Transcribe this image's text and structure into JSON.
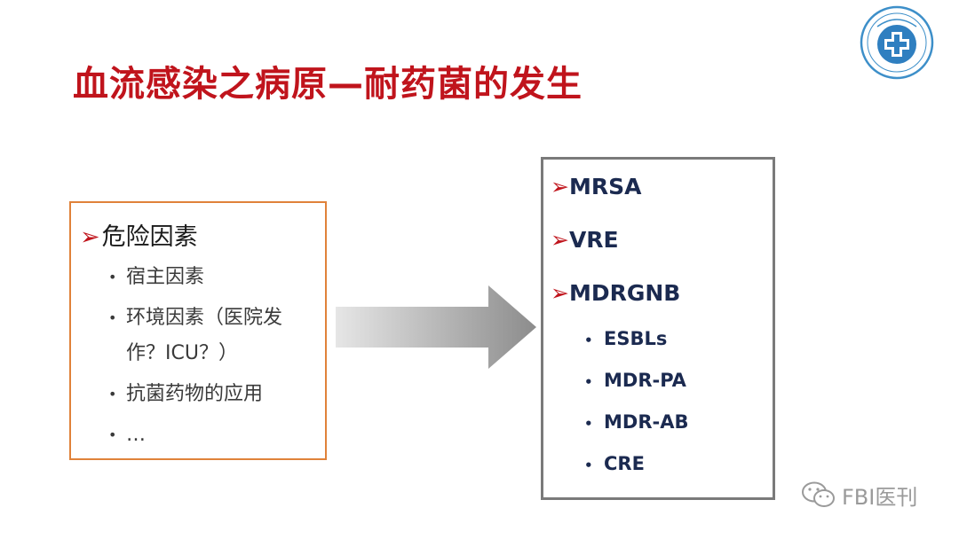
{
  "slide": {
    "title": "血流感染之病原—耐药菌的发生"
  },
  "risk_box": {
    "heading_marker": "➢",
    "heading": "危险因素",
    "bullet": "•",
    "items": [
      "宿主因素",
      "环境因素（医院发作？ICU？）",
      "抗菌药物的应用",
      "…"
    ]
  },
  "pathogen_box": {
    "marker": "➢",
    "bullet": "•",
    "headings": [
      "MRSA",
      "VRE",
      "MDRGNB"
    ],
    "subitems": [
      "ESBLs",
      "MDR-PA",
      "MDR-AB",
      "CRE"
    ]
  },
  "colors": {
    "title": "#c0141c",
    "risk_border": "#e0823a",
    "path_border": "#7a7a7a",
    "marker": "#c0141c",
    "path_text": "#1b2a50"
  },
  "icons": {
    "logo": "hospital-logo-icon",
    "arrow": "right-arrow-icon",
    "watermark": "wechat-icon"
  },
  "watermark": {
    "label": "FBI医刊"
  }
}
